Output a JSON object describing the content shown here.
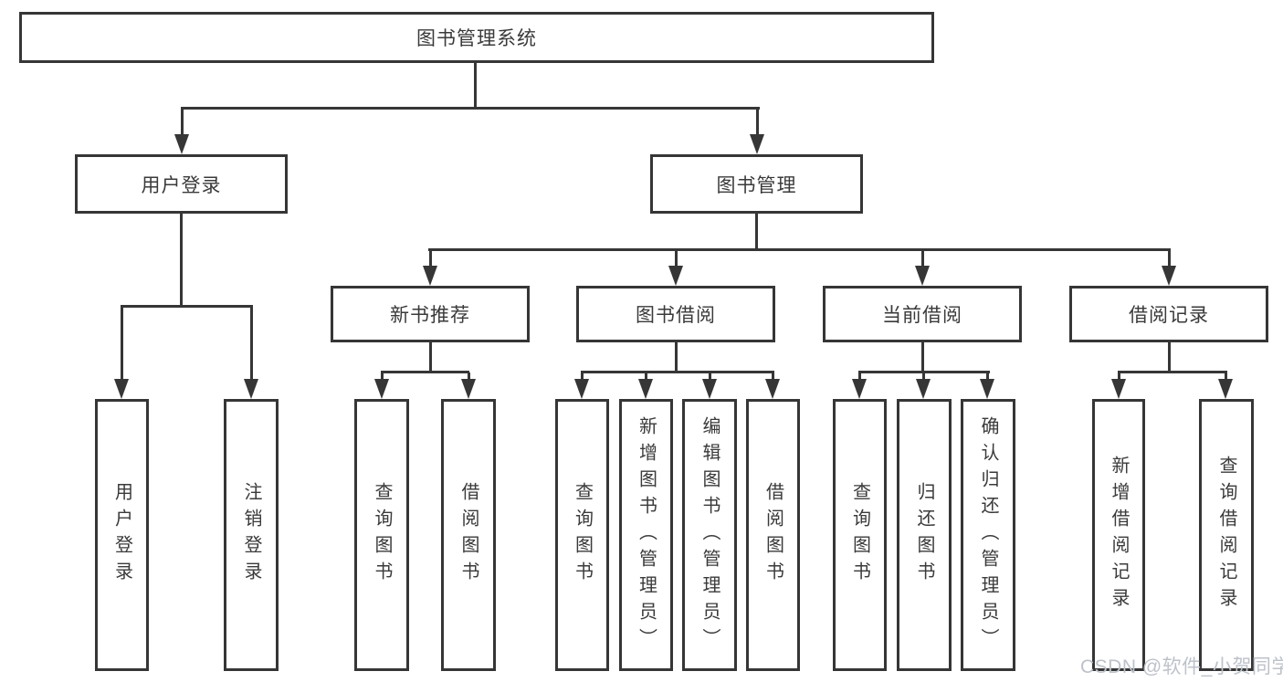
{
  "diagram": {
    "title_node": {
      "label": "图书管理系统"
    },
    "level2": [
      {
        "id": "user-login",
        "label": "用户登录"
      },
      {
        "id": "book-management",
        "label": "图书管理"
      }
    ],
    "level3": [
      {
        "id": "new-book-recommend",
        "label": "新书推荐",
        "parent": "图书管理"
      },
      {
        "id": "book-borrow",
        "label": "图书借阅",
        "parent": "图书管理"
      },
      {
        "id": "current-borrow",
        "label": "当前借阅",
        "parent": "图书管理"
      },
      {
        "id": "borrow-records",
        "label": "借阅记录",
        "parent": "图书管理"
      }
    ],
    "leaves": [
      {
        "label": "用户登录",
        "parent": "用户登录"
      },
      {
        "label": "注销登录",
        "parent": "用户登录"
      },
      {
        "label": "查询图书",
        "parent": "新书推荐"
      },
      {
        "label": "借阅图书",
        "parent": "新书推荐"
      },
      {
        "label": "查询图书",
        "parent": "图书借阅"
      },
      {
        "label": "新增图书（管理员）",
        "parent": "图书借阅"
      },
      {
        "label": "编辑图书（管理员）",
        "parent": "图书借阅"
      },
      {
        "label": "借阅图书",
        "parent": "图书借阅"
      },
      {
        "label": "查询图书",
        "parent": "当前借阅"
      },
      {
        "label": "归还图书",
        "parent": "当前借阅"
      },
      {
        "label": "确认归还（管理员）",
        "parent": "当前借阅"
      },
      {
        "label": "新增借阅记录",
        "parent": "借阅记录"
      },
      {
        "label": "查询借阅记录",
        "parent": "借阅记录"
      }
    ],
    "watermark": "CSDN @软件_小贺同学",
    "colors": {
      "line": "#363636",
      "text": "#3a3a3a",
      "watermark": "#bdc2ca",
      "background": "#ffffff"
    }
  }
}
